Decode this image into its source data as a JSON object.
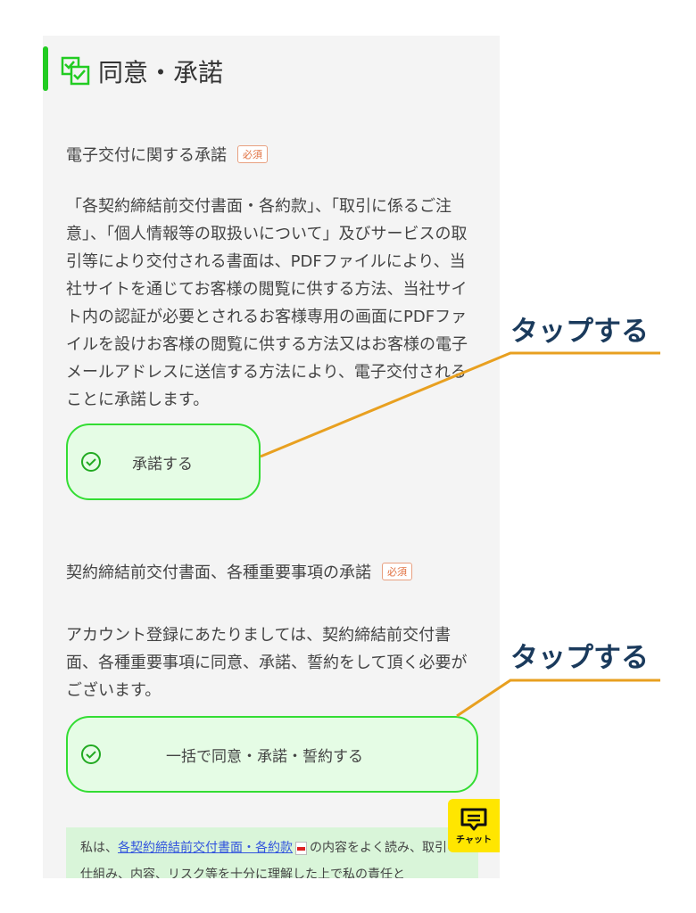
{
  "section": {
    "title": "同意・承諾"
  },
  "item1": {
    "heading": "電子交付に関する承諾",
    "badge": "必須",
    "body": "「各契約締結前交付書面・各約款」、「取引に係るご注意」、「個人情報等の取扱いについて」及びサービスの取引等により交付される書面は、PDFファイルにより、当社サイトを通じてお客様の閲覧に供する方法、当社サイト内の認証が必要とされるお客様専用の画面にPDFファイルを設けお客様の閲覧に供する方法又はお客様の電子メールアドレスに送信する方法により、電子交付されることに承諾します。",
    "button": "承諾する"
  },
  "item2": {
    "heading": "契約締結前交付書面、各種重要事項の承諾",
    "badge": "必須",
    "body": "アカウント登録にあたりましては、契約締結前交付書面、各種重要事項に同意、承諾、誓約をして頂く必要がございます。",
    "button": "一括で同意・承諾・誓約する"
  },
  "agreement": {
    "prefix": "私は、",
    "link": "各契約締結前交付書面・各約款",
    "suffix": "の内容をよく読み、取引の仕組み、内容、リスク等を十分に理解した上で私の責任と"
  },
  "chat": {
    "label": "チャット"
  },
  "annotations": {
    "tap1": "タップする",
    "tap2": "タップする"
  },
  "colors": {
    "accent": "#33dd33",
    "annotation": "#1a3a5c",
    "line": "#e8a020"
  }
}
